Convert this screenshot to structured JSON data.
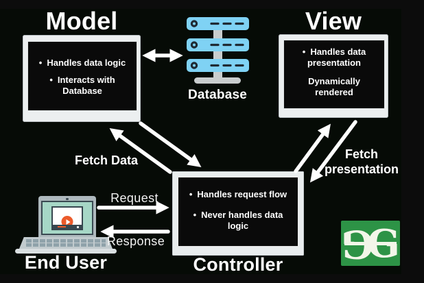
{
  "nodes": {
    "model": {
      "title": "Model",
      "line1": "Handles data logic",
      "line2": "Interacts with Database"
    },
    "view": {
      "title": "View",
      "line1": "Handles data presentation",
      "line2": "Dynamically rendered"
    },
    "controller": {
      "title": "Controller",
      "line1": "Handles request flow",
      "line2": "Never handles data logic"
    },
    "database": {
      "label": "Database"
    },
    "end_user": {
      "label": "End User"
    }
  },
  "edges": {
    "fetch_data": "Fetch Data",
    "fetch_presentation": "Fetch presentation",
    "request": "Request",
    "response": "Response"
  },
  "icons": {
    "bullet": "•",
    "database_icon": "server-stack",
    "end_user_icon": "laptop-video-player",
    "model_icon": "monitor",
    "view_icon": "monitor",
    "logo_icon": "geeksforgeeks-logo"
  },
  "logo": {
    "brand": "GeeksforGeeks",
    "letter": "G"
  },
  "colors": {
    "background": "#060b06",
    "frame_light": "#eceff0",
    "server_blue": "#7fd2f4",
    "logo_green": "#2d9346",
    "play_orange": "#ec5b2b",
    "laptop_screen_mint": "#a6d7c6",
    "arrow_white": "#ffffff"
  }
}
